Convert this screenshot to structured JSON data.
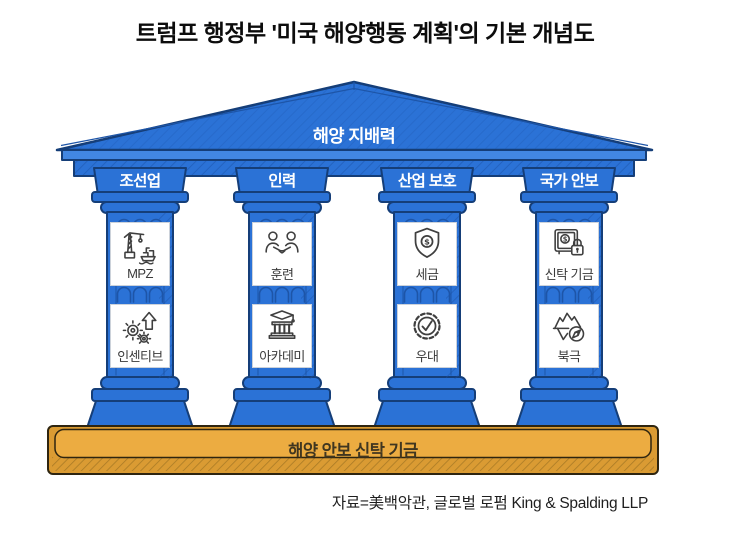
{
  "title": "트럼프 행정부 '미국 해양행동 계획'의 기본 개념도",
  "pediment": {
    "label": "해양 지배력"
  },
  "pillars": [
    {
      "header": "조선업",
      "items": [
        {
          "icon": "crane-ship-icon",
          "label": "MPZ"
        },
        {
          "icon": "gears-growth-icon",
          "label": "인센티브"
        }
      ]
    },
    {
      "header": "인력",
      "items": [
        {
          "icon": "handshake-icon",
          "label": "훈련"
        },
        {
          "icon": "academy-building-icon",
          "label": "아카데미"
        }
      ]
    },
    {
      "header": "산업 보호",
      "items": [
        {
          "icon": "shield-dollar-icon",
          "label": "세금"
        },
        {
          "icon": "badge-check-icon",
          "label": "우대"
        }
      ]
    },
    {
      "header": "국가 안보",
      "items": [
        {
          "icon": "safe-lock-icon",
          "label": "신탁 기금"
        },
        {
          "icon": "iceberg-compass-icon",
          "label": "북극"
        }
      ]
    }
  ],
  "base": {
    "label": "해양 안보 신탁 기금"
  },
  "source": "자료=美백악관, 글로벌 로펌 King & Spalding LLP",
  "colors": {
    "pillar_blue": "#2B72D6",
    "outline_navy": "#153E78",
    "roof_highlight": "#4287E2",
    "hatch_blue": "#1A4FA3",
    "base_orange": "#ECAC41",
    "base_orange_dark": "#DA9B33",
    "base_outline": "#2E2510",
    "icon_stroke": "#3F3F3F",
    "card_bg": "#FFFFFF"
  }
}
